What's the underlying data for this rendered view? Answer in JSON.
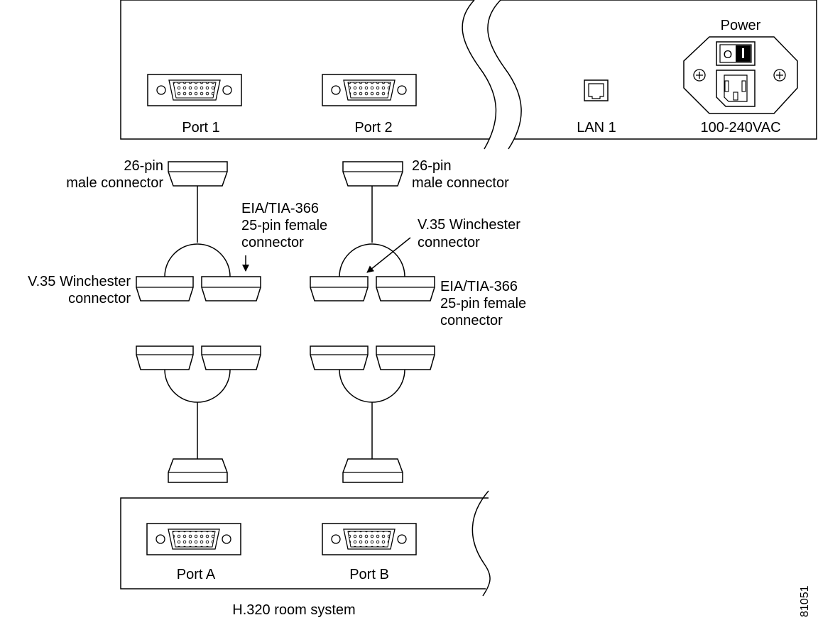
{
  "top_device": {
    "ports": {
      "port1": "Port 1",
      "port2": "Port 2",
      "lan": "LAN 1"
    },
    "power": {
      "title": "Power",
      "rating": "100-240VAC",
      "switch_off": "O",
      "switch_on": "I"
    }
  },
  "cables": {
    "left": {
      "top_connector": [
        "26-pin",
        "male connector"
      ],
      "fanout_right": [
        "EIA/TIA-366",
        "25-pin female",
        "connector"
      ],
      "fanout_left": [
        "V.35 Winchester",
        "connector"
      ]
    },
    "right": {
      "top_connector": [
        "26-pin",
        "male connector"
      ],
      "fanout_left": [
        "V.35 Winchester",
        "connector"
      ],
      "fanout_right": [
        "EIA/TIA-366",
        "25-pin female",
        "connector"
      ]
    }
  },
  "bottom_device": {
    "ports": {
      "portA": "Port A",
      "portB": "Port B"
    },
    "caption": "H.320 room system"
  },
  "figure_id": "81051"
}
